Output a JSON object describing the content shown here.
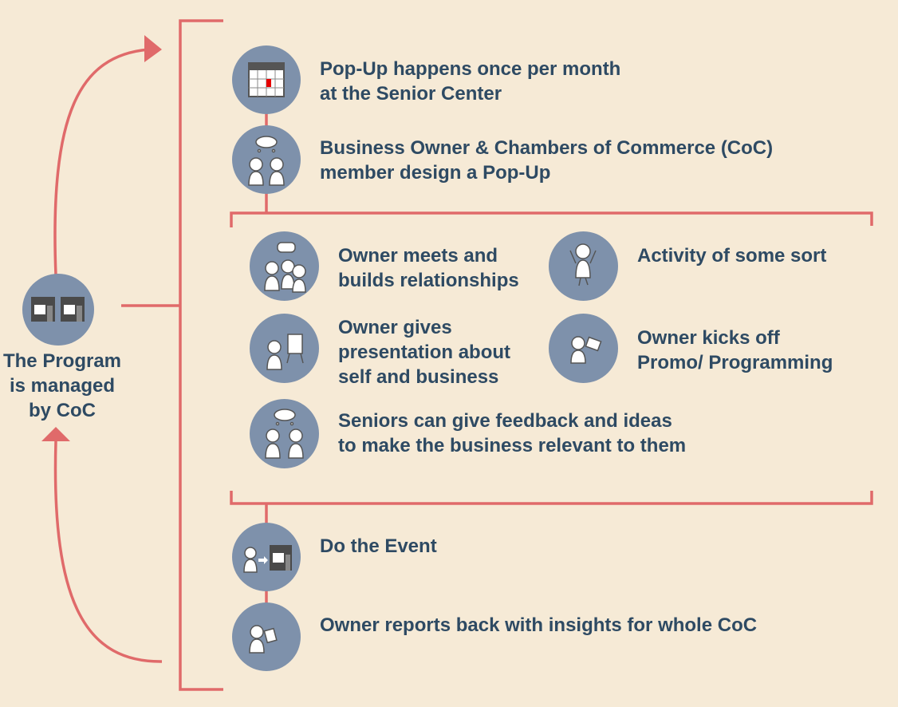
{
  "program": {
    "label": "The Program\nis managed\nby CoC",
    "icon": "storefronts-icon"
  },
  "steps": [
    {
      "icon": "calendar-icon",
      "text": "Pop-Up happens once per month\nat the Senior Center"
    },
    {
      "icon": "people-thinking-icon",
      "text": "Business Owner & Chambers of Commerce (CoC)\nmember design a Pop-Up"
    }
  ],
  "activities": [
    {
      "icon": "group-conversation-icon",
      "text": "Owner meets and\nbuilds relationships"
    },
    {
      "icon": "person-jumping-icon",
      "text": "Activity of some sort"
    },
    {
      "icon": "presentation-easel-icon",
      "text": "Owner gives\npresentation about\nself and business"
    },
    {
      "icon": "person-with-flyer-icon",
      "text": "Owner kicks off\nPromo/ Programming"
    },
    {
      "icon": "seniors-thinking-icon",
      "text": "Seniors can give feedback and ideas\nto make the business relevant to them"
    }
  ],
  "final_steps": [
    {
      "icon": "person-to-store-icon",
      "text": "Do the Event"
    },
    {
      "icon": "person-with-report-icon",
      "text": "Owner reports back with insights for whole CoC"
    }
  ],
  "colors": {
    "background": "#f6ead6",
    "line": "#e06a6a",
    "circle": "#7e91ab",
    "text": "#2e4a63"
  }
}
